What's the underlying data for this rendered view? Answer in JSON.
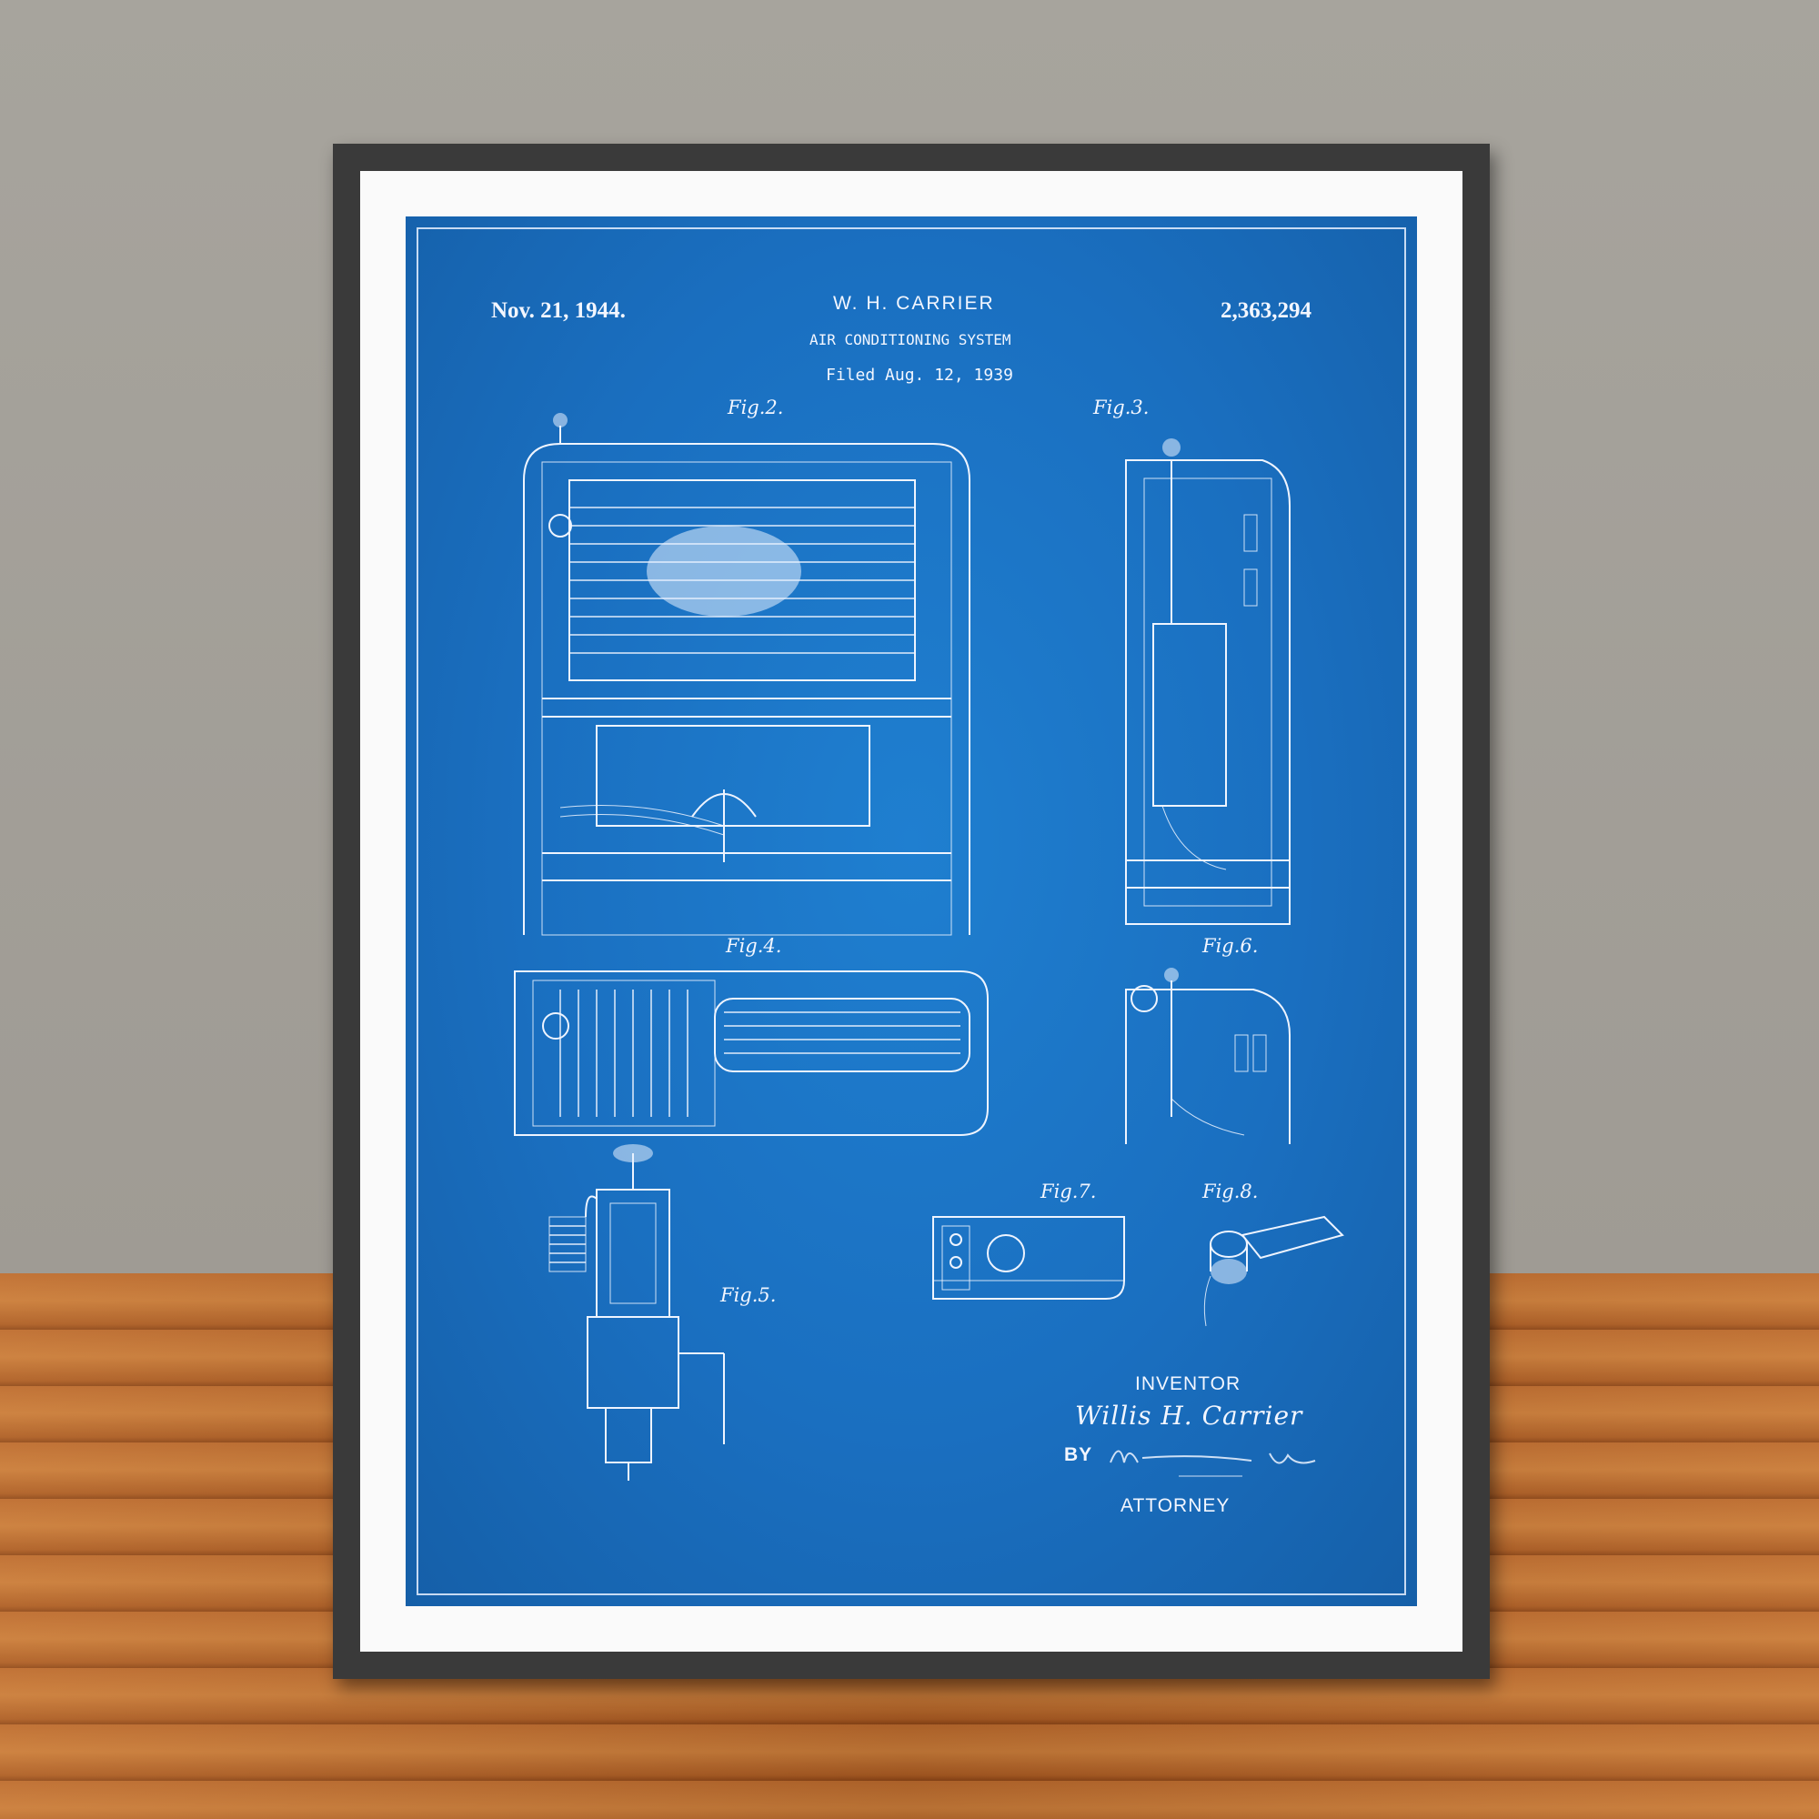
{
  "poster": {
    "date": "Nov. 21, 1944.",
    "inventor_name": "W. H. CARRIER",
    "patent_number": "2,363,294",
    "title": "AIR CONDITIONING SYSTEM",
    "filed": "Filed Aug. 12, 1939",
    "figures": {
      "fig2": "Fig.2.",
      "fig3": "Fig.3.",
      "fig4": "Fig.4.",
      "fig5": "Fig.5.",
      "fig6": "Fig.6.",
      "fig7": "Fig.7.",
      "fig8": "Fig.8."
    },
    "inventor_label": "INVENTOR",
    "inventor_signature": "Willis H. Carrier",
    "by_label": "BY",
    "attorney_label": "ATTORNEY",
    "colors": {
      "blueprint": "#1a6fc0",
      "line": "#eef4ff",
      "frame": "#3a3a3a",
      "mat": "#fafafa",
      "wall": "#a39f98",
      "floor": "#c77a38"
    }
  }
}
